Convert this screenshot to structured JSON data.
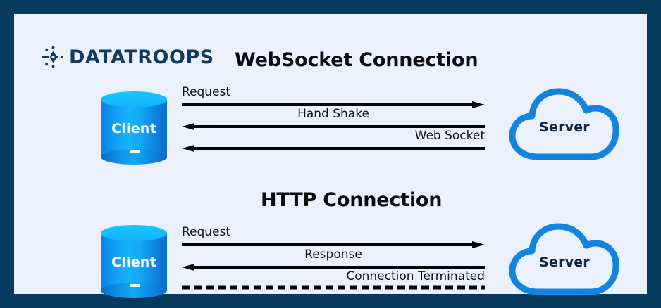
{
  "theme": {
    "border_color": "#083a5e",
    "panel_background": "#eaf0fc",
    "accent_blue": "#1284e0",
    "cylinder_cyan": "#17c4fd",
    "logo_navy": "#14395e",
    "text_dark": "#0b0b10"
  },
  "brand": {
    "name": "DATATROOPS",
    "icon": "atom-logo-icon"
  },
  "sections": [
    {
      "id": "websocket",
      "title": "WebSocket Connection",
      "client": {
        "label": "Client",
        "icon": "database-cylinder-icon"
      },
      "server": {
        "label": "Server",
        "icon": "cloud-icon"
      },
      "flows": [
        {
          "label": "Request",
          "align": "left",
          "direction": "right",
          "style": "solid"
        },
        {
          "label": "Hand Shake",
          "align": "center",
          "direction": "left",
          "style": "solid"
        },
        {
          "label": "Web Socket",
          "align": "right",
          "direction": "left",
          "style": "solid"
        }
      ]
    },
    {
      "id": "http",
      "title": "HTTP Connection",
      "client": {
        "label": "Client",
        "icon": "database-cylinder-icon"
      },
      "server": {
        "label": "Server",
        "icon": "cloud-icon"
      },
      "flows": [
        {
          "label": "Request",
          "align": "left",
          "direction": "right",
          "style": "solid"
        },
        {
          "label": "Response",
          "align": "center",
          "direction": "left",
          "style": "solid"
        },
        {
          "label": "Connection Terminated",
          "align": "right",
          "direction": "none",
          "style": "dashed"
        }
      ]
    }
  ]
}
